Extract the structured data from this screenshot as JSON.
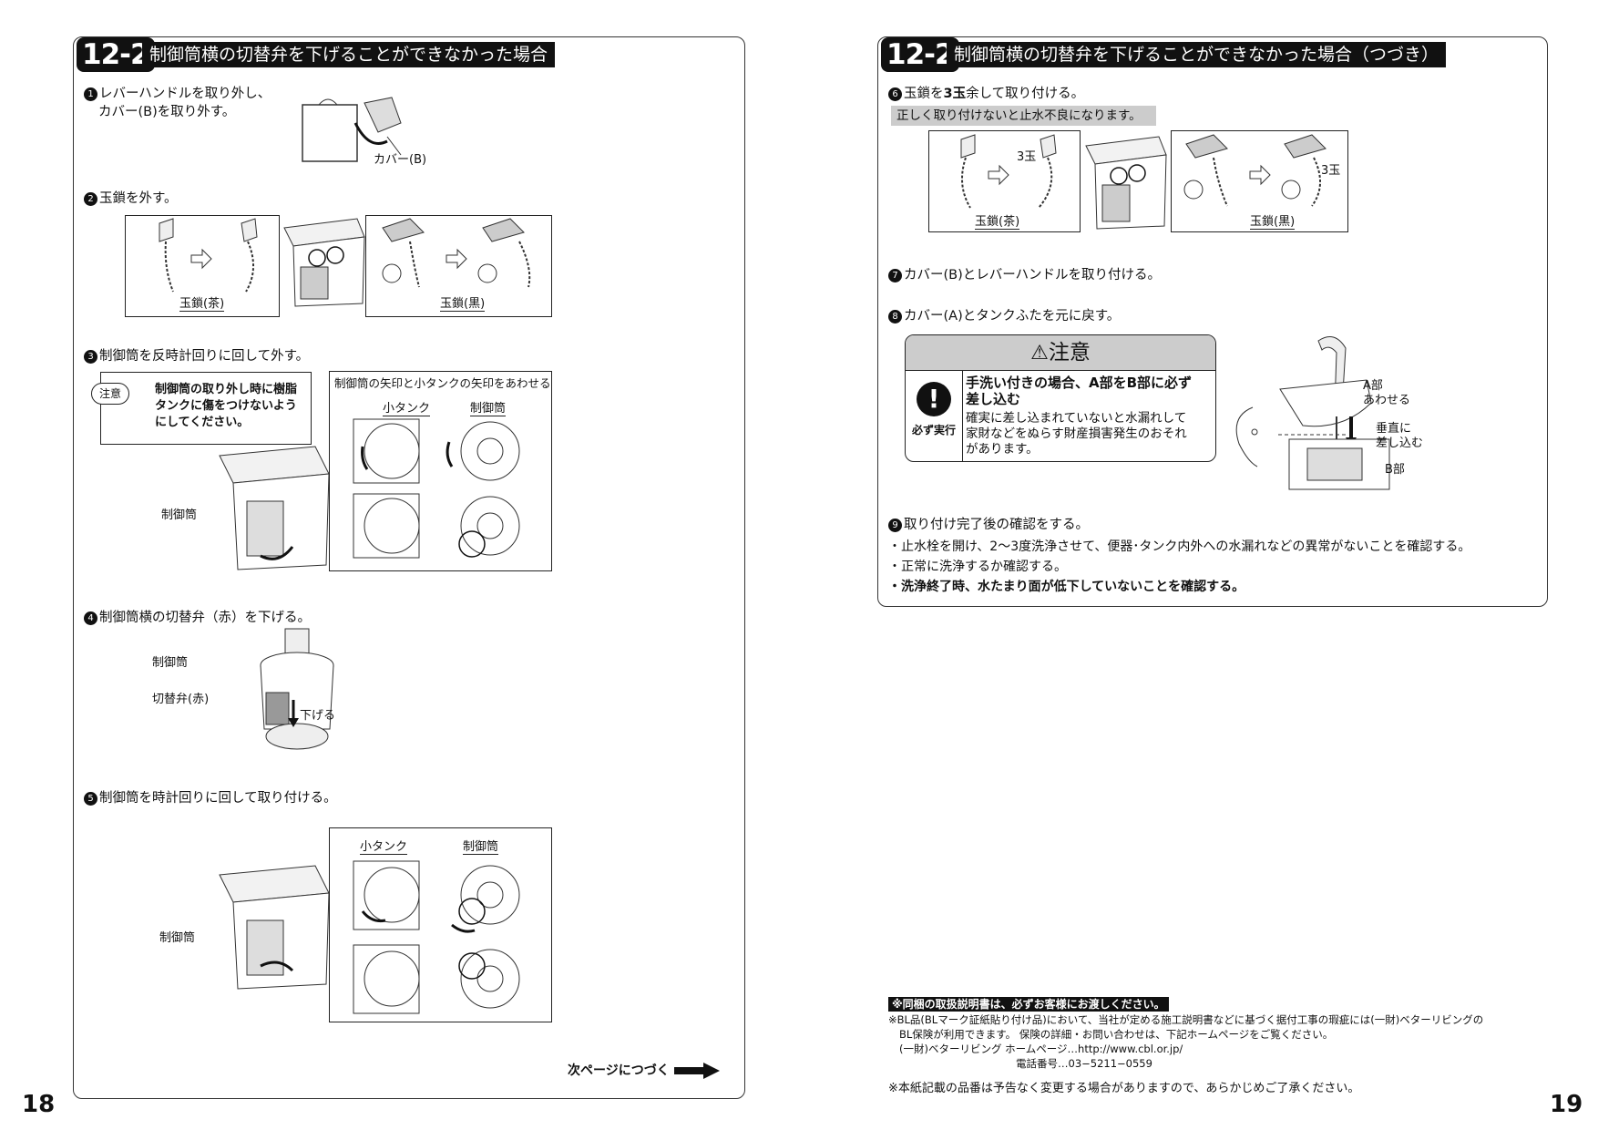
{
  "left": {
    "section_num": "12-2",
    "section_title": "制御筒横の切替弁を下げることができなかった場合",
    "step1": {
      "num": "1",
      "line1": "レバーハンドルを取り外し、",
      "line2": "カバー(B)を取り外す。",
      "label_cover": "カバー(B)"
    },
    "step2": {
      "num": "2",
      "text": "玉鎖を外す。",
      "label_brown": "玉鎖(茶)",
      "label_black": "玉鎖(黒)"
    },
    "step3": {
      "num": "3",
      "text": "制御筒を反時計回りに回して外す。",
      "caution_tag": "注意",
      "caution_lines": [
        "制御筒の取り外し時に樹脂",
        "タンクに傷をつけないよう",
        "にしてください。"
      ],
      "label_cylinder": "制御筒",
      "box_caption": "制御筒の矢印と小タンクの矢印をあわせる",
      "label_small_tank": "小タンク",
      "label_cylinder2": "制御筒"
    },
    "step4": {
      "num": "4",
      "text": "制御筒横の切替弁（赤）を下げる。",
      "label_cylinder": "制御筒",
      "label_valve": "切替弁(赤)",
      "label_lower": "下げる"
    },
    "step5": {
      "num": "5",
      "text": "制御筒を時計回りに回して取り付ける。",
      "label_small_tank": "小タンク",
      "label_cylinder_box": "制御筒",
      "label_cylinder": "制御筒"
    },
    "continue_text": "次ページにつづく",
    "page_number": "18"
  },
  "right": {
    "section_num": "12-2",
    "section_title": "制御筒横の切替弁を下げることができなかった場合（つづき）",
    "step6": {
      "num": "6",
      "text_pre": "玉鎖を",
      "text_bold": "3玉",
      "text_post": "余して取り付ける。",
      "notice": "正しく取り付けないと止水不良になります。",
      "label_3ball": "3玉",
      "label_brown": "玉鎖(茶)",
      "label_black": "玉鎖(黒)"
    },
    "step7": {
      "num": "7",
      "text": "カバー(B)とレバーハンドルを取り付ける。"
    },
    "step8": {
      "num": "8",
      "text": "カバー(A)とタンクふたを元に戻す。"
    },
    "caution": {
      "title": "注意",
      "icon_label": "必ず実行",
      "heading_line1": "手洗い付きの場合、A部をB部に必ず",
      "heading_line2": "差し込む",
      "body_lines": [
        "確実に差し込まれていないと水漏れして",
        "家財などをぬらす財産損害発生のおそれ",
        "があります。"
      ]
    },
    "fig_labels": {
      "a_part": "A部",
      "align": "あわせる",
      "vertical": "垂直に",
      "insert": "差し込む",
      "b_part": "B部"
    },
    "step9": {
      "num": "9",
      "text": "取り付け完了後の確認をする。",
      "bullets": [
        "・止水栓を開け、2〜3度洗浄させて、便器･タンク内外への水漏れなどの異常がないことを確認する。",
        "・正常に洗浄するか確認する。"
      ],
      "bold_bullet": "・洗浄終了時、水たまり面が低下していないことを確認する。"
    },
    "footer": {
      "banner": "※同梱の取扱説明書は、必ずお客様にお渡しください。",
      "line1": "※BL品(BLマーク証紙貼り付け品)において、当社が定める施工説明書などに基づく据付工事の瑕疵には(一財)ベターリビングの",
      "line2": "BL保険が利用できます。 保険の詳細・お問い合わせは、下記ホームページをご覧ください。",
      "line3": "(一財)ベターリビング ホームページ…http://www.cbl.or.jp/",
      "line4": "電話番号…03−5211−0559",
      "note": "※本紙記載の品番は予告なく変更する場合がありますので、あらかじめご了承ください。"
    },
    "page_number": "19"
  }
}
